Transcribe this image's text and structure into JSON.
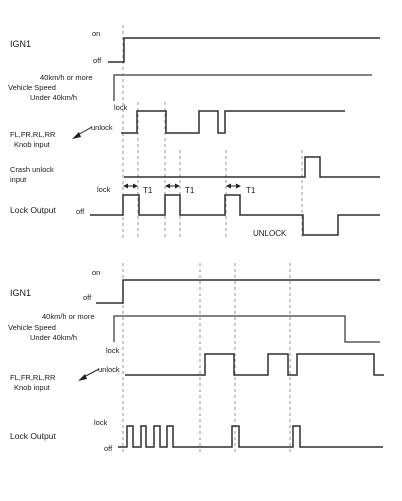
{
  "top": {
    "ign1": {
      "label": "IGN1",
      "on": "on",
      "off": "off"
    },
    "speed": {
      "label_line1": "Vehicle Speed",
      "high": "40km/h or more",
      "low": "Under 40km/h"
    },
    "knob": {
      "label_line1": "FL,FR,RL,RR",
      "label_line2": "Knob input",
      "lock": "lock",
      "unlock": "unlock"
    },
    "crash": {
      "label_line1": "Crash unlock",
      "label_line2": "input"
    },
    "lock_output": {
      "label": "Lock Output",
      "lock": "lock",
      "off": "off",
      "unlock": "UNLOCK",
      "t1": "T1"
    }
  },
  "bottom": {
    "ign1": {
      "label": "IGN1",
      "on": "on",
      "off": "off"
    },
    "speed": {
      "label_line1": "Vehicle Speed",
      "high": "40km/h or more",
      "low": "Under 40km/h"
    },
    "knob": {
      "label_line1": "FL,FR,RL,RR",
      "label_line2": "Knob input",
      "lock": "lock",
      "unlock": "unlock"
    },
    "lock_output": {
      "label": "Lock Output",
      "lock": "lock",
      "off": "off"
    }
  }
}
